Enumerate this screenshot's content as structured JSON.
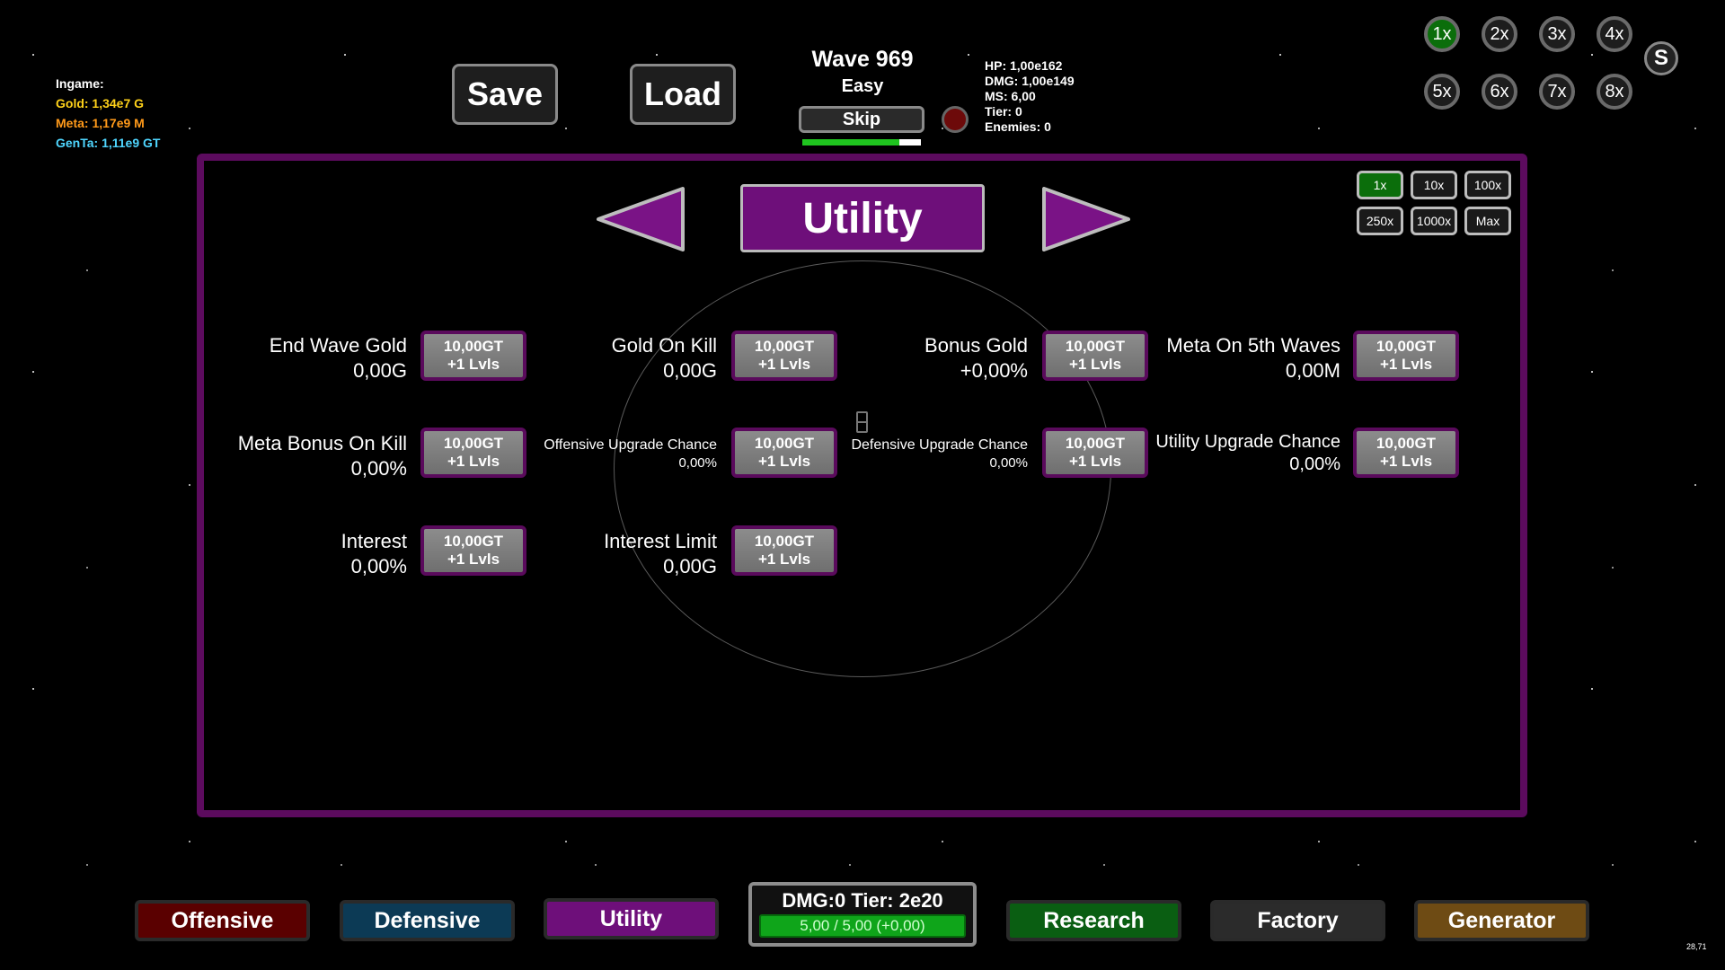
{
  "stats": {
    "header": "Ingame:",
    "gold": "Gold: 1,34e7 G",
    "meta": "Meta: 1,17e9 M",
    "genta": "GenTa: 1,11e9 GT"
  },
  "buttons": {
    "save": "Save",
    "load": "Load",
    "skip": "Skip"
  },
  "wave": {
    "title": "Wave 969",
    "difficulty": "Easy",
    "progress": 0.82
  },
  "enemy": {
    "hp": "HP: 1,00e162",
    "dmg": "DMG: 1,00e149",
    "ms": "MS: 6,00",
    "tier": "Tier: 0",
    "enemies": "Enemies: 0"
  },
  "speeds": [
    "1x",
    "2x",
    "3x",
    "4x",
    "5x",
    "6x",
    "7x",
    "8x"
  ],
  "speed_active": "1x",
  "s_button": "S",
  "panel": {
    "title": "Utility",
    "multipliers": [
      "1x",
      "10x",
      "100x",
      "250x",
      "1000x",
      "Max"
    ],
    "multiplier_active": "1x",
    "upgrades": [
      {
        "name": "End Wave Gold",
        "value": "0,00G",
        "cost": "10,00GT",
        "lvls": "+1 Lvls"
      },
      {
        "name": "Gold On Kill",
        "value": "0,00G",
        "cost": "10,00GT",
        "lvls": "+1 Lvls"
      },
      {
        "name": "Bonus Gold",
        "value": "+0,00%",
        "cost": "10,00GT",
        "lvls": "+1 Lvls"
      },
      {
        "name": "Meta On 5th Waves",
        "value": "0,00M",
        "cost": "10,00GT",
        "lvls": "+1 Lvls"
      },
      {
        "name": "Meta Bonus On Kill",
        "value": "0,00%",
        "cost": "10,00GT",
        "lvls": "+1 Lvls"
      },
      {
        "name": "Offensive Upgrade Chance",
        "value": "0,00%",
        "cost": "10,00GT",
        "lvls": "+1 Lvls"
      },
      {
        "name": "Defensive Upgrade Chance",
        "value": "0,00%",
        "cost": "10,00GT",
        "lvls": "+1 Lvls"
      },
      {
        "name": "Utility Upgrade Chance",
        "value": "0,00%",
        "cost": "10,00GT",
        "lvls": "+1 Lvls"
      },
      {
        "name": "Interest",
        "value": "0,00%",
        "cost": "10,00GT",
        "lvls": "+1 Lvls"
      },
      {
        "name": "Interest Limit",
        "value": "0,00G",
        "cost": "10,00GT",
        "lvls": "+1 Lvls"
      }
    ]
  },
  "tabs": [
    {
      "label": "Offensive",
      "color": "#5a0000"
    },
    {
      "label": "Defensive",
      "color": "#0c3a55"
    },
    {
      "label": "Utility",
      "color": "#6e0f7a"
    },
    {
      "label": "Research",
      "color": "#0a5e12"
    },
    {
      "label": "Factory",
      "color": "#2b2b2b"
    },
    {
      "label": "Generator",
      "color": "#6e4b14"
    }
  ],
  "dmg_panel": {
    "title": "DMG:0 Tier: 2e20",
    "bar": "5,00 / 5,00 (+0,00)"
  },
  "fps": "28,71"
}
